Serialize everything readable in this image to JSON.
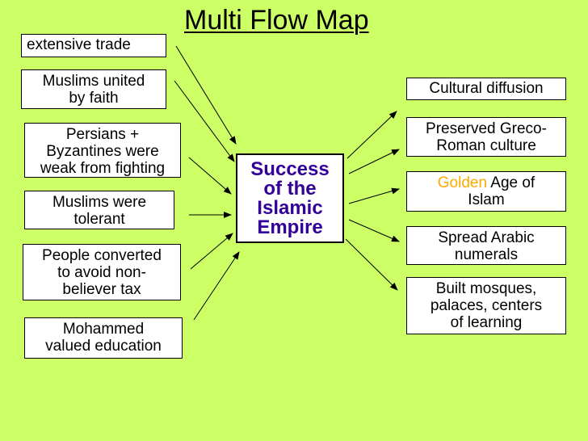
{
  "title": "Multi Flow Map",
  "center": "Success\nof the\nIslamic\nEmpire",
  "causes": [
    "extensive trade",
    "Muslims united\nby faith",
    "Persians +\nByzantines were\nweak from fighting",
    "Muslims were\ntolerant",
    "People converted\nto avoid non-\nbeliever tax",
    "Mohammed\nvalued education"
  ],
  "effects": {
    "e0": "Cultural diffusion",
    "e1": "Preserved Greco-\nRoman culture",
    "e2_golden": "Golden",
    "e2_rest": " Age of\nIslam",
    "e3": "Spread Arabic\nnumerals",
    "e4": "Built mosques,\npalaces, centers\nof learning"
  },
  "colors": {
    "background": "#ccff66",
    "center_text": "#330099",
    "golden_word": "#ffaa00"
  }
}
